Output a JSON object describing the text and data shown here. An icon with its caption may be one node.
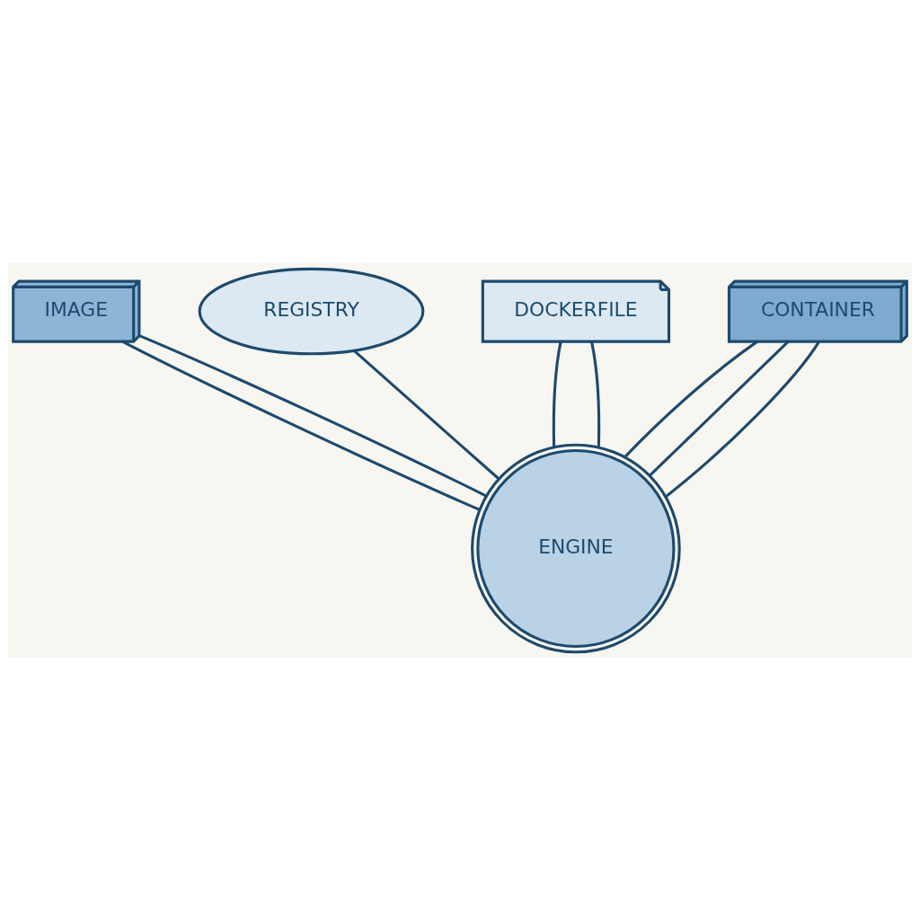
{
  "diagram": {
    "nodes": [
      {
        "text": [
          "IMAGE"
        ]
      },
      {
        "text": [
          "REGISTRY"
        ]
      },
      {
        "text": [
          "DOCKERFILE"
        ]
      },
      {
        "text": [
          "CONTAINER"
        ]
      },
      {
        "text": [
          "ENGINE"
        ]
      }
    ],
    "edges": [
      {
        "from": 0,
        "to": 4,
        "arrow": "none"
      },
      {
        "from": 0,
        "to": 4,
        "arrow": "none"
      },
      {
        "from": 1,
        "to": 4,
        "arrow": "none"
      },
      {
        "from": 2,
        "to": 4,
        "arrow": "none"
      },
      {
        "from": 2,
        "to": 4,
        "arrow": "none"
      },
      {
        "from": 3,
        "to": 4,
        "arrow": "none"
      },
      {
        "from": 3,
        "to": 4,
        "arrow": "none"
      },
      {
        "from": 3,
        "to": 4,
        "arrow": "none"
      }
    ]
  }
}
